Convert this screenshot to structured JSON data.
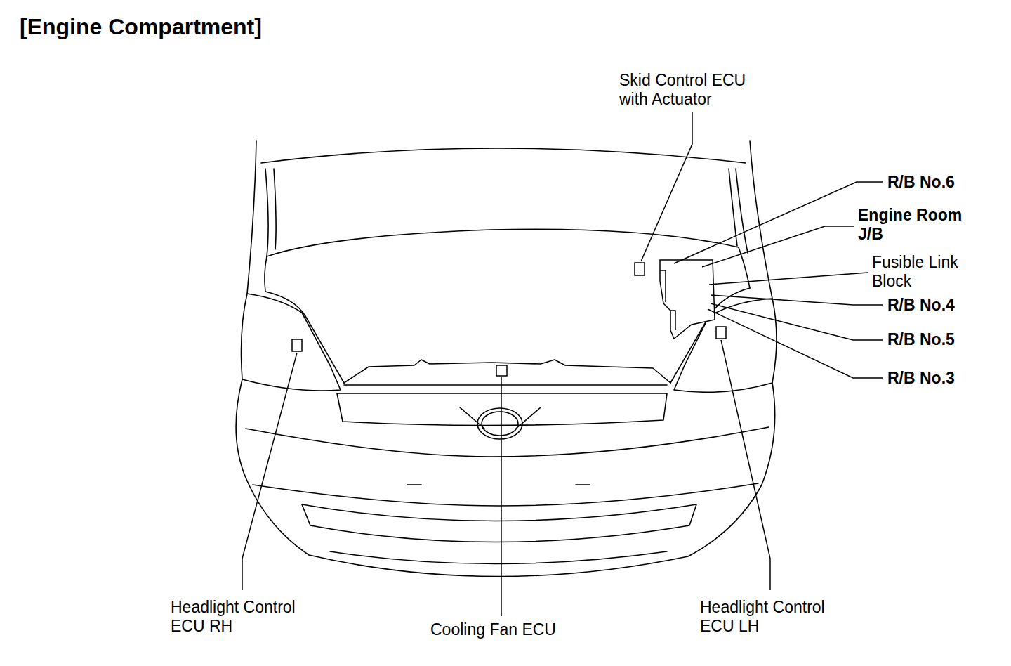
{
  "diagram": {
    "title": "[Engine Compartment]",
    "labels": [
      "Skid Control ECU with Actuator",
      "R/B No.6",
      "Engine Room J/B",
      "Fusible Link Block",
      "R/B No.4",
      "R/B No.5",
      "R/B No.3",
      "Headlight Control ECU RH",
      "Cooling Fan ECU",
      "Headlight Control ECU LH"
    ]
  }
}
